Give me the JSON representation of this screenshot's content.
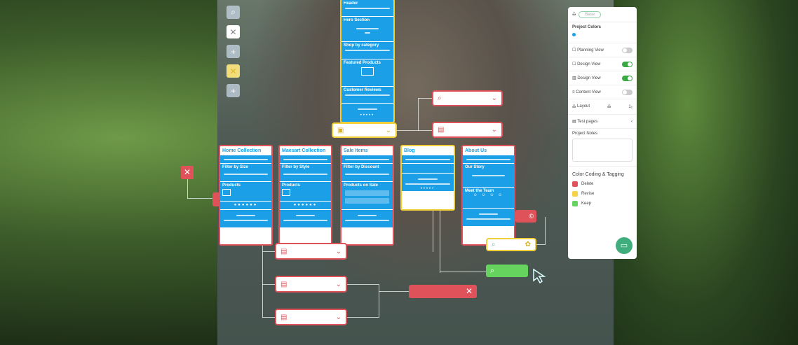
{
  "toolbar": [
    {
      "icon": "search-icon",
      "glyph": "⌕"
    },
    {
      "icon": "close-icon",
      "glyph": "✕"
    },
    {
      "icon": "plus-icon",
      "glyph": "+"
    },
    {
      "icon": "close-icon",
      "glyph": "✕"
    },
    {
      "icon": "plus-icon",
      "glyph": "+"
    }
  ],
  "home_stack": {
    "header": "Header",
    "hero": "Hero Section",
    "category": "Shop by category",
    "featured": "Featured Products",
    "reviews": "Customer Reviews"
  },
  "cards": [
    {
      "title": "Home Collection",
      "filter": "Filter by Size",
      "products": "Products"
    },
    {
      "title": "Maesart Collection",
      "filter": "Filter by Style",
      "products": "Products"
    },
    {
      "title": "Sale Items",
      "filter": "Filter by Discount",
      "products": "Products on Sale"
    },
    {
      "title": "Blog"
    },
    {
      "title": "About Us",
      "story": "Our Story",
      "team": "Meet the Team"
    }
  ],
  "panel": {
    "pill": "Base",
    "project_colors": "Project Colors",
    "views": [
      {
        "label": "Planning View",
        "on": false
      },
      {
        "label": "Design View",
        "on": true
      },
      {
        "label": "Design View",
        "on": true
      },
      {
        "label": "Content View",
        "on": false
      }
    ],
    "layout": "Layout",
    "layout_value": "1₂",
    "test_pages": "Test pages",
    "project_notes": "Project Notes",
    "notes_value": "",
    "tagging_title": "Color Coding & Tagging",
    "tags": [
      {
        "label": "Delete",
        "color": "#e0525a"
      },
      {
        "label": "Revise",
        "color": "#f5d347"
      },
      {
        "label": "Keep",
        "color": "#66d35f"
      }
    ]
  },
  "colors": {
    "accent": "#1ba0e8",
    "red": "#e0525a",
    "yellow": "#f0cf3a",
    "green": "#66d35f"
  }
}
